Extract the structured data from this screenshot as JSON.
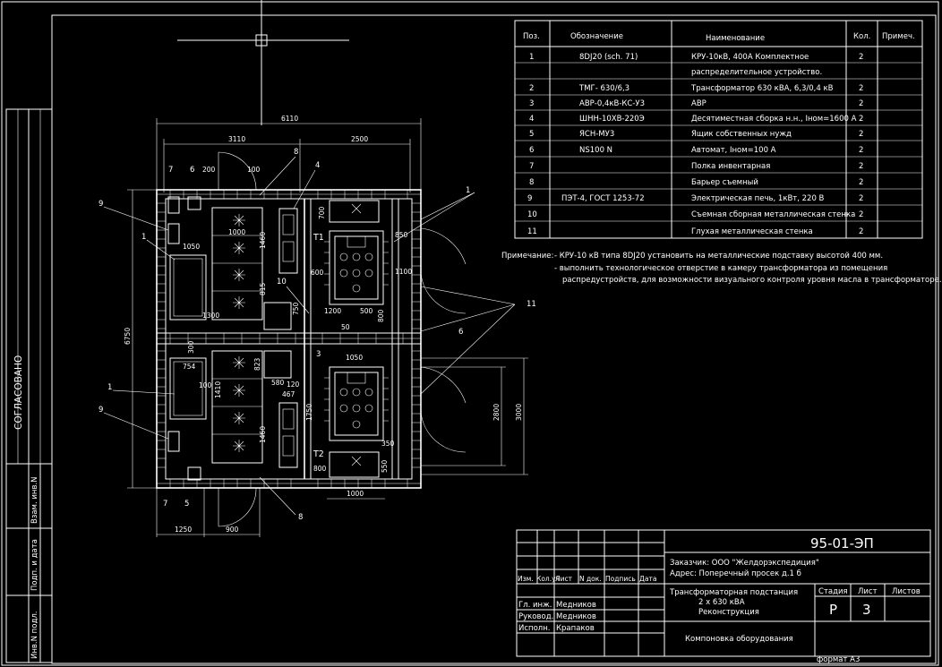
{
  "spec_table": {
    "headers": [
      "Поз.",
      "Обозначение",
      "Наименование",
      "Кол.",
      "Примеч."
    ],
    "rows": [
      {
        "pos": "1",
        "code": "8DJ20 (sch. 71)",
        "name": "КРУ-10кВ, 400А Комплектное",
        "qty": "2"
      },
      {
        "pos": "",
        "code": "",
        "name": "распределительное устройство.",
        "qty": ""
      },
      {
        "pos": "2",
        "code": "ТМГ- 630/6,3",
        "name": "Трансформатор 630 кВА, 6,3/0,4 кВ",
        "qty": "2"
      },
      {
        "pos": "3",
        "code": "АВР-0,4кВ-КС-У3",
        "name": "АВР",
        "qty": "2"
      },
      {
        "pos": "4",
        "code": "ШНН-10ХВ-220Э",
        "name": "Десятиместная сборка н.н., Iном=1600 А",
        "qty": "2"
      },
      {
        "pos": "5",
        "code": "ЯСН-МУ3",
        "name": "Ящик собственных нужд",
        "qty": "2"
      },
      {
        "pos": "6",
        "code": "NS100 N",
        "name": "Автомат, Iном=100 А",
        "qty": "2"
      },
      {
        "pos": "7",
        "code": "",
        "name": "Полка инвентарная",
        "qty": "2"
      },
      {
        "pos": "8",
        "code": "",
        "name": "Барьер съемный",
        "qty": "2"
      },
      {
        "pos": "9",
        "code": "ПЭТ-4, ГОСТ 1253-72",
        "name": "Электрическая печь, 1кВт, 220 В",
        "qty": "2"
      },
      {
        "pos": "10",
        "code": "",
        "name": "Съемная сборная металлическая стенка",
        "qty": "2"
      },
      {
        "pos": "11",
        "code": "",
        "name": "Глухая металлическая стенка",
        "qty": "2"
      }
    ]
  },
  "notes": {
    "label": "Примечание:",
    "line1": "- КРУ-10 кВ типа 8DJ20 установить на металлические подставку высотой 400 мм.",
    "line2": "- выполнить технологическое отверстие в камеру трансформатора из помещения",
    "line3": "распредустройств, для возможности визуального контроля уровня масла в трансформаторе."
  },
  "left_strip": {
    "agreed": "СОГЛАСОВАНО",
    "inv_replace": "Взам. инв.N",
    "sign_date": "Подп. и дата",
    "inv_orig": "Инв.N подл."
  },
  "title_block": {
    "doc_code": "95-01-ЭП",
    "customer": "Заказчик: ООО \"Желдорэкспедиция\"",
    "address": "Адрес: Поперечный просек д.1 б",
    "header_cells": [
      "Изм.",
      "Кол.уч",
      "Лист",
      "N док.",
      "Подпись",
      "Дата"
    ],
    "project_line1": "Трансформаторная подстанция",
    "project_line2": "2 х 630 кВА",
    "project_line3": "Реконструкция",
    "stage_label": "Стадия",
    "sheet_label": "Лист",
    "sheets_label": "Листов",
    "stage_value": "Р",
    "sheet_value": "3",
    "roles": [
      {
        "role": "Гл. инж.",
        "name": "Медников"
      },
      {
        "role": "Руковод.",
        "name": "Медников"
      },
      {
        "role": "Исполн.",
        "name": "Крапаков"
      }
    ],
    "sheet_title": "Компоновка оборудования",
    "format": "формат А3"
  },
  "plan": {
    "dims": {
      "overall_width": "6110",
      "left_width": "3110",
      "right_width": "2500",
      "overall_height": "6750",
      "d_200": "200",
      "d_100": "100",
      "d_1000": "1000",
      "d_1050": "1050",
      "d_1460": "1460",
      "d_600": "600",
      "d_850": "850",
      "d_1100": "1100",
      "d_1200": "1200",
      "d_1300": "1300",
      "d_815": "815",
      "d_750": "750",
      "d_300": "300",
      "d_500": "500",
      "d_800": "800",
      "d_50": "50",
      "d_754": "754",
      "d_1410": "1410",
      "d_823": "823",
      "d_580": "580",
      "d_467": "467",
      "d_1750": "1750",
      "d_2800": "2800",
      "d_3000": "3000",
      "d_350": "350",
      "d_550": "550",
      "d_1250": "1250",
      "d_900": "900",
      "d_700": "700",
      "d_1000b": "1000",
      "d_120": "120",
      "d_1050b": "1050",
      "d_100b": "100"
    },
    "labels": {
      "t1": "T1",
      "t2": "T2",
      "p1": "1",
      "p1b": "1",
      "p3": "3",
      "p4": "4",
      "p6": "6",
      "p7": "7",
      "p7b": "7",
      "p5": "5",
      "p8": "8",
      "p8b": "8",
      "p9": "9",
      "p9b": "9",
      "p10": "10",
      "p11": "11",
      "p11b": "1"
    }
  }
}
